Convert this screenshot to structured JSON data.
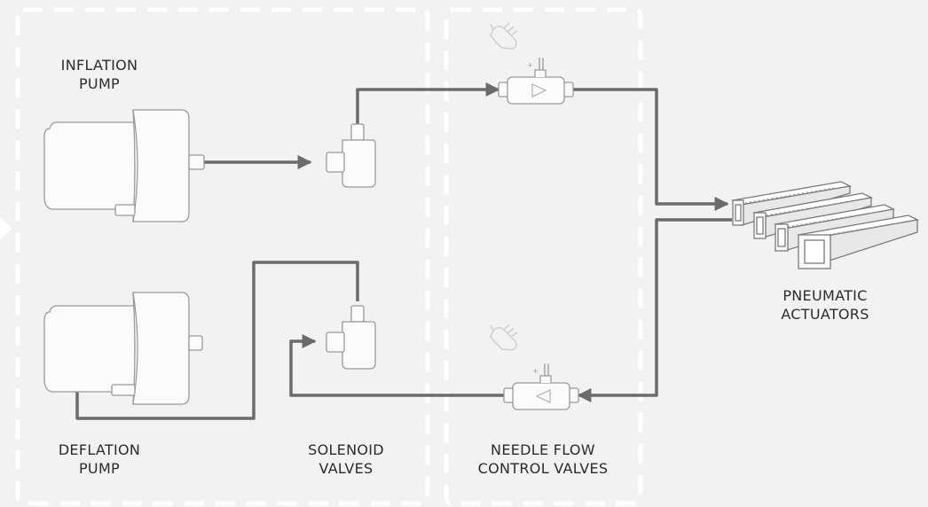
{
  "labels": {
    "inflation_pump": [
      "INFLATION",
      "PUMP"
    ],
    "deflation_pump": [
      "DEFLATION",
      "PUMP"
    ],
    "solenoid_valves": [
      "SOLENOID",
      "VALVES"
    ],
    "needle_valves": [
      "NEEDLE FLOW",
      "CONTROL VALVES"
    ],
    "actuators": [
      "PNEUMATIC",
      "ACTUATORS"
    ]
  },
  "colors": {
    "background": "#f2f2f2",
    "boundary": "#ffffff",
    "pipe": "#6b6b6b",
    "component_fill": "#fbfbfb",
    "component_stroke": "#9a9a9a",
    "text": "#2b2b2b"
  },
  "icons": [
    "hand-icon",
    "play-triangle-icon"
  ]
}
